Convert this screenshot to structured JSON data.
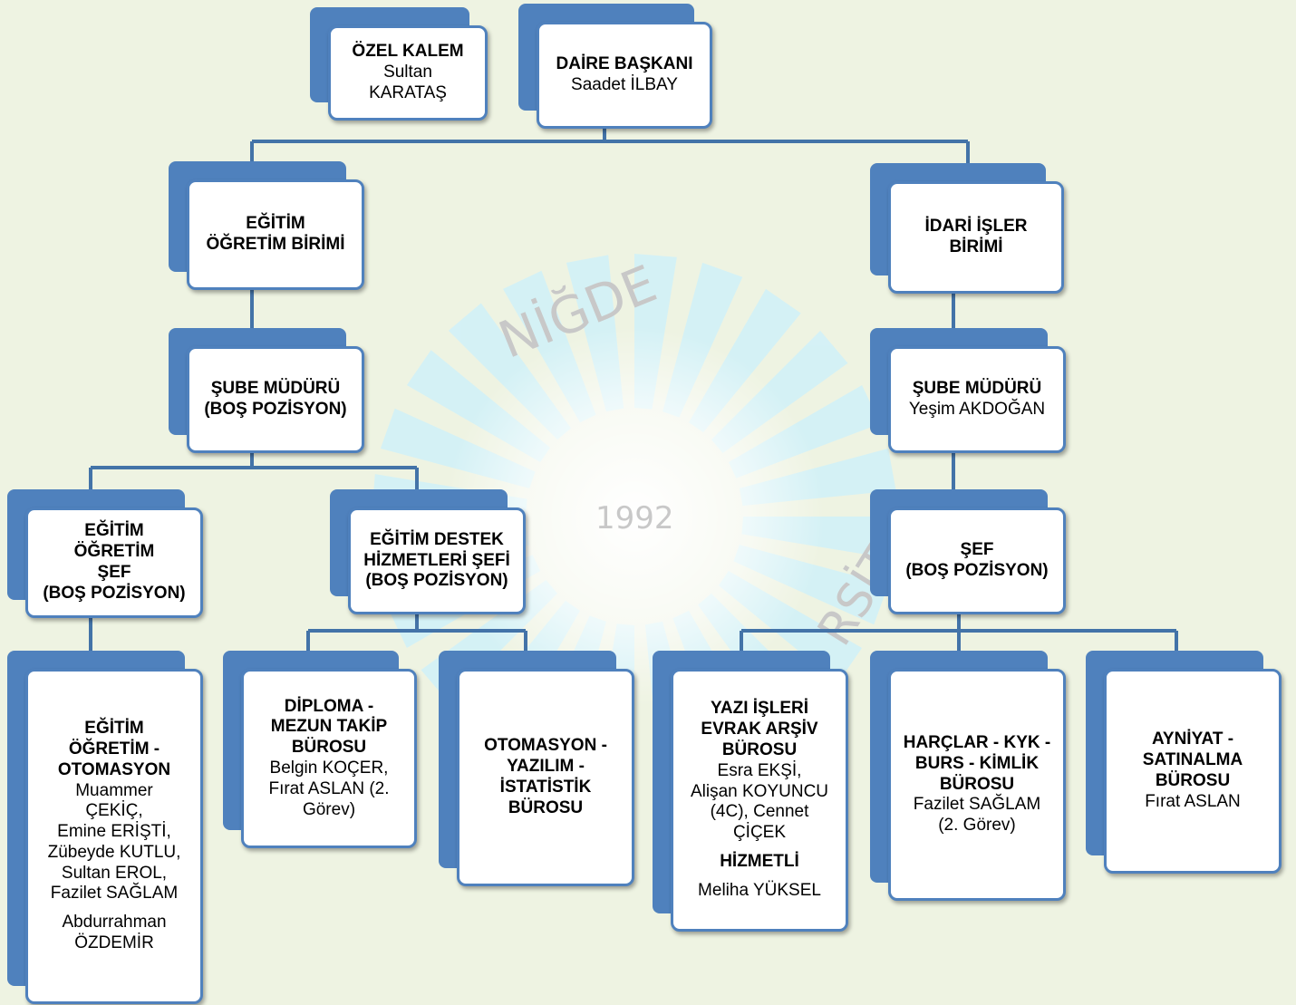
{
  "watermark": {
    "top": "NİĞDE",
    "year": "1992",
    "side": "RSİT"
  },
  "nodes": {
    "ozel_kalem": {
      "title": "ÖZEL KALEM",
      "person": "Sultan\nKARATAŞ"
    },
    "daire_baskani": {
      "title": "DAİRE BAŞKANI",
      "person": "Saadet İLBAY"
    },
    "egitim_birimi": {
      "title": "EĞİTİM\nÖĞRETİM BİRİMİ"
    },
    "idari_birimi": {
      "title": "İDARİ İŞLER\nBİRİMİ"
    },
    "sube_left": {
      "title": "ŞUBE MÜDÜRÜ\n(BOŞ POZİSYON)"
    },
    "sube_right": {
      "title": "ŞUBE MÜDÜRÜ",
      "person": "Yeşim AKDOĞAN"
    },
    "egitim_sef": {
      "title": "EĞİTİM\nÖĞRETİM\nŞEF\n(BOŞ POZİSYON)"
    },
    "destek_sef": {
      "title": "EĞİTİM DESTEK\nHİZMETLERİ ŞEFİ\n(BOŞ POZİSYON)"
    },
    "sef_right": {
      "title": "ŞEF\n(BOŞ POZİSYON)"
    },
    "otomasyon": {
      "title": "EĞİTİM\nÖĞRETİM -\nOTOMASYON",
      "person": "Muammer\nÇEKİÇ,\nEmine ERİŞTİ,\nZübeyde KUTLU,\nSultan EROL,\nFazilet SAĞLAM",
      "extra": "Abdurrahman\nÖZDEMİR"
    },
    "diploma": {
      "title": "DİPLOMA -\nMEZUN TAKİP\nBÜROSU",
      "person": "Belgin KOÇER,\nFırat ASLAN (2.\nGörev)"
    },
    "yazilim": {
      "title": "OTOMASYON -\nYAZILIM -\nİSTATİSTİK\nBÜROSU"
    },
    "yazi_isleri": {
      "title": "YAZI İŞLERİ\nEVRAK ARŞİV\nBÜROSU",
      "person": "Esra EKŞİ,\nAlişan KOYUNCU\n(4C), Cennet\nÇİÇEK",
      "sub_title": "HİZMETLİ",
      "sub_person": "Meliha YÜKSEL"
    },
    "harclar": {
      "title": "HARÇLAR - KYK -\nBURS - KİMLİK\nBÜROSU",
      "person": "Fazilet SAĞLAM\n(2. Görev)"
    },
    "ayniyat": {
      "title": "AYNİYAT -\nSATINALMA\nBÜROSU",
      "person": "Fırat ASLAN"
    }
  }
}
